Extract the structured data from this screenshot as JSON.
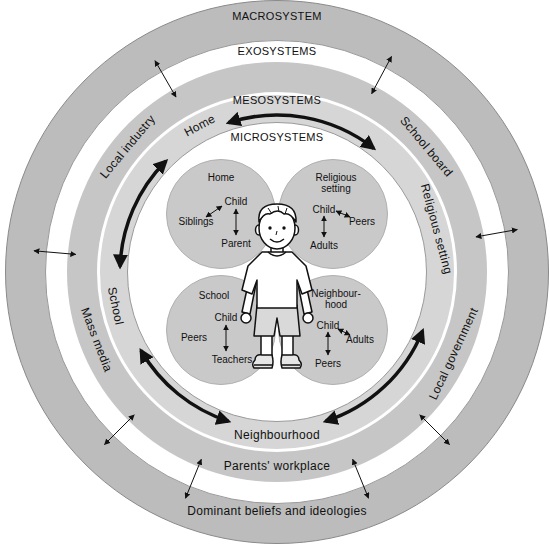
{
  "diagram": {
    "nodes": [
      {
        "text": [
          "MACROSYSTEM",
          "Dominant beliefs and ideologies"
        ]
      },
      {
        "text": [
          "EXOSYSTEMS",
          "Local industry",
          "School board",
          "Mass media",
          "Local government",
          "Parents' workplace"
        ],
        "in": 0
      },
      {
        "text": [
          "MESOSYSTEMS",
          "Home",
          "Religious setting",
          "School",
          "Neighbourhood"
        ],
        "in": 1
      },
      {
        "text": [
          "MICROSYSTEMS"
        ],
        "in": 2
      },
      {
        "text": [
          "Home",
          "Child",
          "Siblings",
          "Parent"
        ],
        "in": 3
      },
      {
        "text": [
          "Religious setting",
          "Child",
          "Peers",
          "Adults"
        ],
        "in": 3
      },
      {
        "text": [
          "School",
          "Child",
          "Peers",
          "Teachers"
        ],
        "in": 3
      },
      {
        "text": [
          "Neighbour- hood",
          "Child",
          "Adults",
          "Peers"
        ],
        "in": 3
      }
    ]
  }
}
